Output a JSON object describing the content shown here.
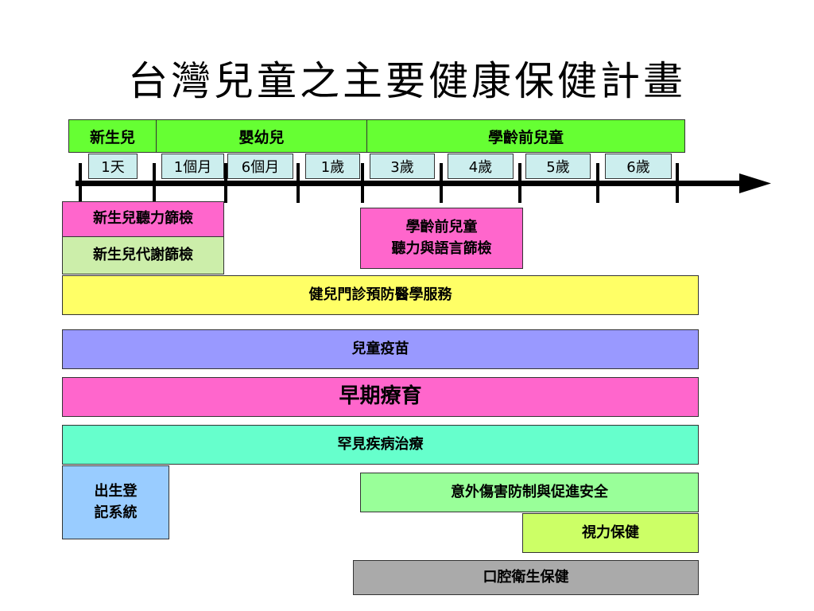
{
  "title": "台灣兒童之主要健康保健計畫",
  "stages": [
    "新生兒",
    "嬰幼兒",
    "學齡前兒童"
  ],
  "ages": [
    "1天",
    "1個月",
    "6個月",
    "1歲",
    "3歲",
    "4歲",
    "5歲",
    "6歲"
  ],
  "programs": {
    "newborn_hearing": "新生兒聽力篩檢",
    "newborn_metabolic": "新生兒代謝篩檢",
    "preschool_screening_line1": "學齡前兒童",
    "preschool_screening_line2": "聽力與語言篩檢",
    "well_child": "健兒門診預防醫學服務",
    "vaccines": "兒童疫苗",
    "early_intervention": "早期療育",
    "rare_disease": "罕見疾病治療",
    "birth_registry_line1": "出生登",
    "birth_registry_line2": "記系統",
    "injury_prevention": "意外傷害防制與促進安全",
    "vision_care": "視力保健",
    "oral_health": "口腔衛生保健"
  },
  "colors": {
    "stage_green": "#66ff33",
    "age_cyan": "#cceeee",
    "pink": "#ff66cc",
    "light_green": "#cceeaa",
    "yellow": "#ffff66",
    "lavender": "#9999ff",
    "aqua": "#66ffcc",
    "blue": "#99ccff",
    "mint": "#99ff99",
    "lime": "#ccff66",
    "gray": "#aaaaaa",
    "arrow": "#000000"
  }
}
